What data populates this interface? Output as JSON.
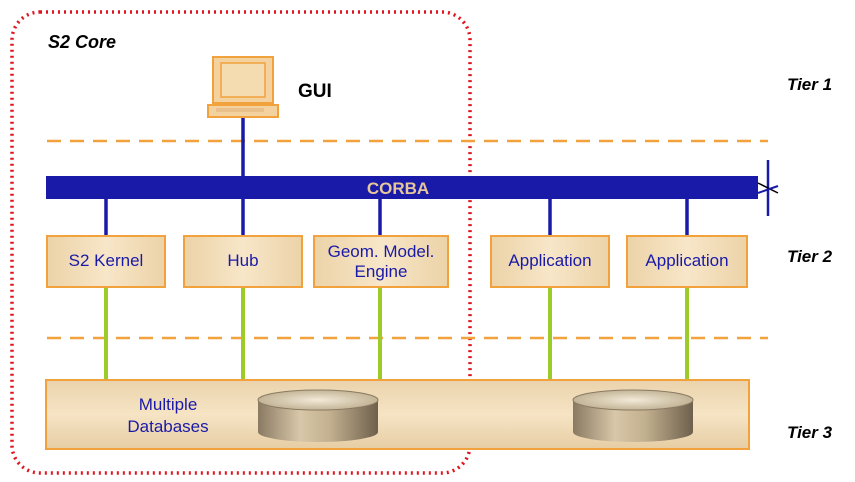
{
  "core": {
    "label": "S2 Core"
  },
  "gui": {
    "label": "GUI"
  },
  "bus": {
    "label": "CORBA"
  },
  "components": [
    {
      "label_lines": [
        "S2 Kernel"
      ]
    },
    {
      "label_lines": [
        "Hub"
      ]
    },
    {
      "label_lines": [
        "Geom. Model.",
        "Engine"
      ]
    },
    {
      "label_lines": [
        "Application"
      ]
    },
    {
      "label_lines": [
        "Application"
      ]
    }
  ],
  "database_layer": {
    "label_lines": [
      "Multiple",
      "Databases"
    ]
  },
  "tiers": [
    "Tier 1",
    "Tier 2",
    "Tier 3"
  ],
  "colors": {
    "bus": "#1a1aa8",
    "box_fill": "#f3dcb5",
    "box_stroke": "#f2a23c",
    "core_border": "#e0141e",
    "dash_line": "#f2a23c",
    "link_green": "#9ccc2a",
    "text_blue": "#1a1aa8"
  }
}
